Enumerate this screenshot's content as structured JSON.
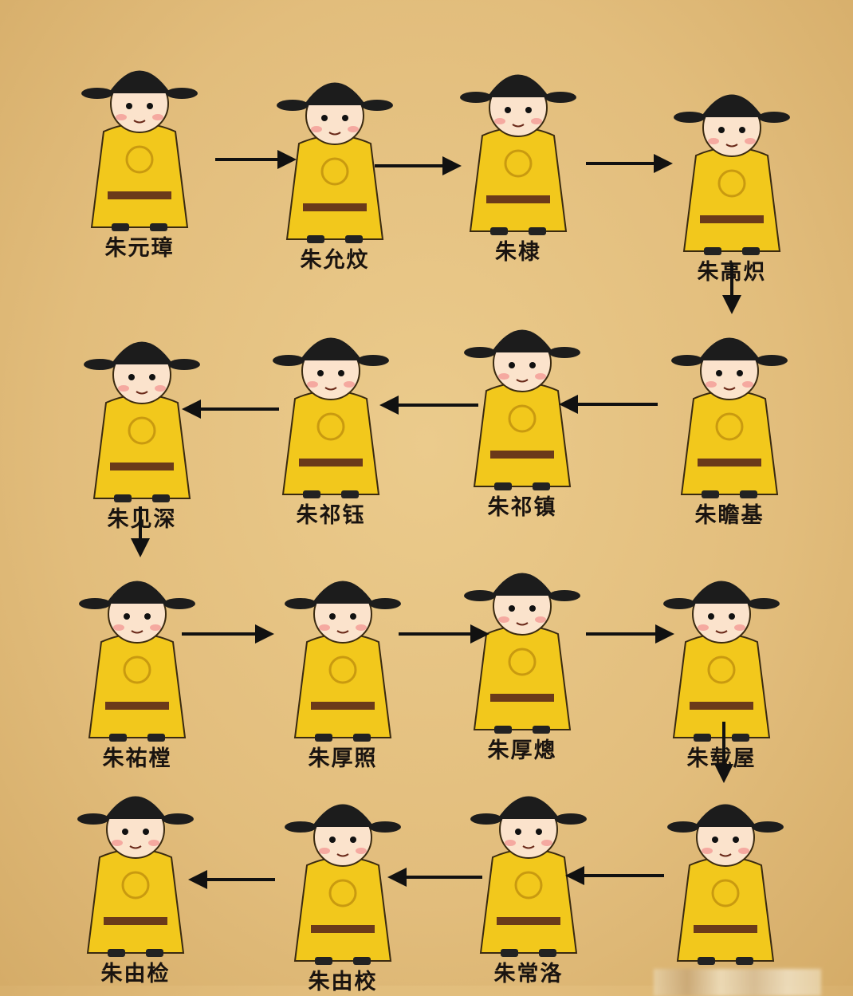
{
  "emperors": [
    {
      "name": "朱元璋"
    },
    {
      "name": "朱允炆"
    },
    {
      "name": "朱棣"
    },
    {
      "name": "朱高炽"
    },
    {
      "name": "朱瞻基"
    },
    {
      "name": "朱祁镇"
    },
    {
      "name": "朱祁钰"
    },
    {
      "name": "朱见深"
    },
    {
      "name": "朱祐樘"
    },
    {
      "name": "朱厚照"
    },
    {
      "name": "朱厚熜"
    },
    {
      "name": "朱载屋"
    },
    {
      "name": ""
    },
    {
      "name": "朱常洛"
    },
    {
      "name": "朱由校"
    },
    {
      "name": "朱由检"
    }
  ],
  "colors": {
    "robe": "#f2c81c",
    "hat": "#1c1c1c",
    "arrow": "#111111",
    "background": "#e6c282"
  }
}
